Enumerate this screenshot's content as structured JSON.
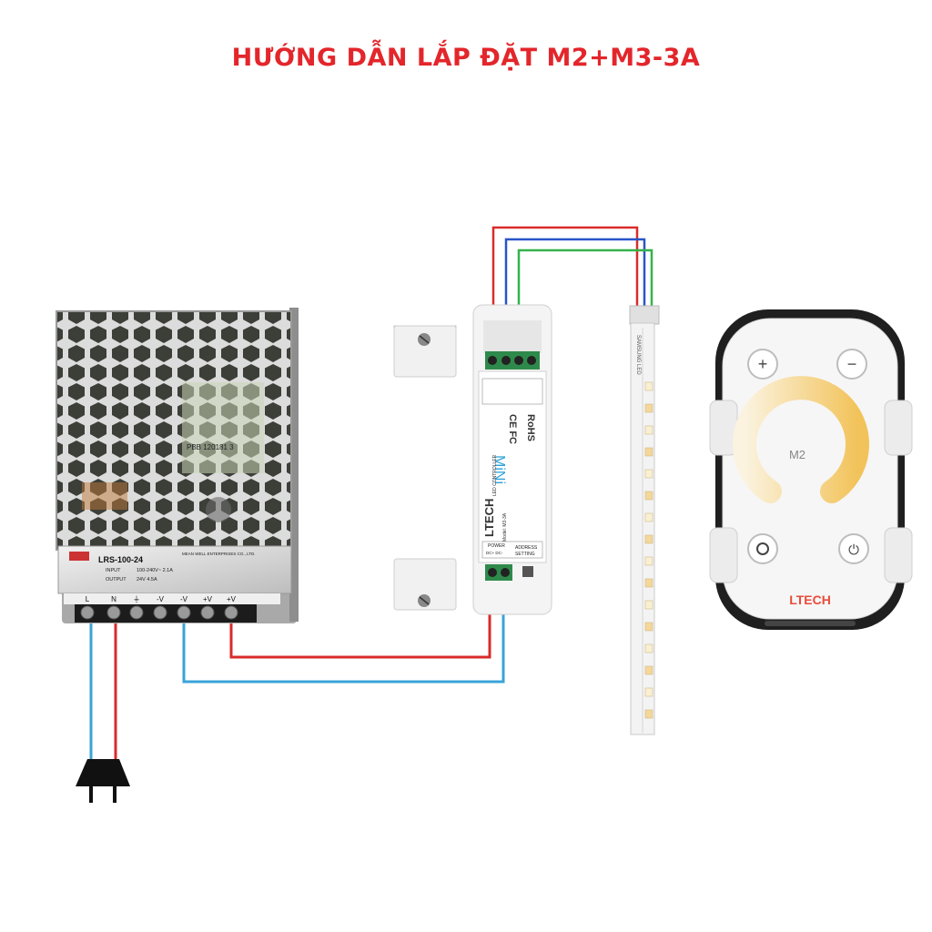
{
  "title": "HƯỚNG DẪN LẮP ĐẶT M2+M3-3A",
  "colors": {
    "title": "#e3262b",
    "wire_red": "#d92b2b",
    "wire_blue": "#3aa3d8",
    "wire_dark_blue": "#2a55c9",
    "wire_green": "#34b34a",
    "remote_accent": "#e84b3a"
  },
  "psu": {
    "model": "LRS-100-24",
    "brand_line": "MEAN WELL ENTERPRISES CO., LTD.",
    "spec_input": "INPUT",
    "spec_input_value": "100-240V~  2.1A",
    "spec_output": "OUTPUT",
    "spec_output_value": "24V  4.5A",
    "pcb_code": "PBB 120181 3",
    "terminals": [
      "L",
      "N",
      "⏚",
      "-V",
      "-V",
      "+V",
      "+V"
    ]
  },
  "controller": {
    "brand": "LTECH",
    "series": "MiNi",
    "subtitle": "LED CONTROLLER",
    "marks": "CE FC",
    "rohs": "RoHS",
    "model_line": "Model: M3-3A",
    "power_label": "POWER",
    "power_pins": "DC+  DC-",
    "address_label": "ADDRESS",
    "setting_label": "SETTING"
  },
  "led_strip": {
    "label": "SAMSUNG LED"
  },
  "remote": {
    "model": "M2",
    "brand": "LTECH",
    "buttons": [
      "plus-button",
      "minus-button",
      "mode-button",
      "power-button"
    ]
  },
  "plug": {
    "icon": "power-plug-icon"
  }
}
